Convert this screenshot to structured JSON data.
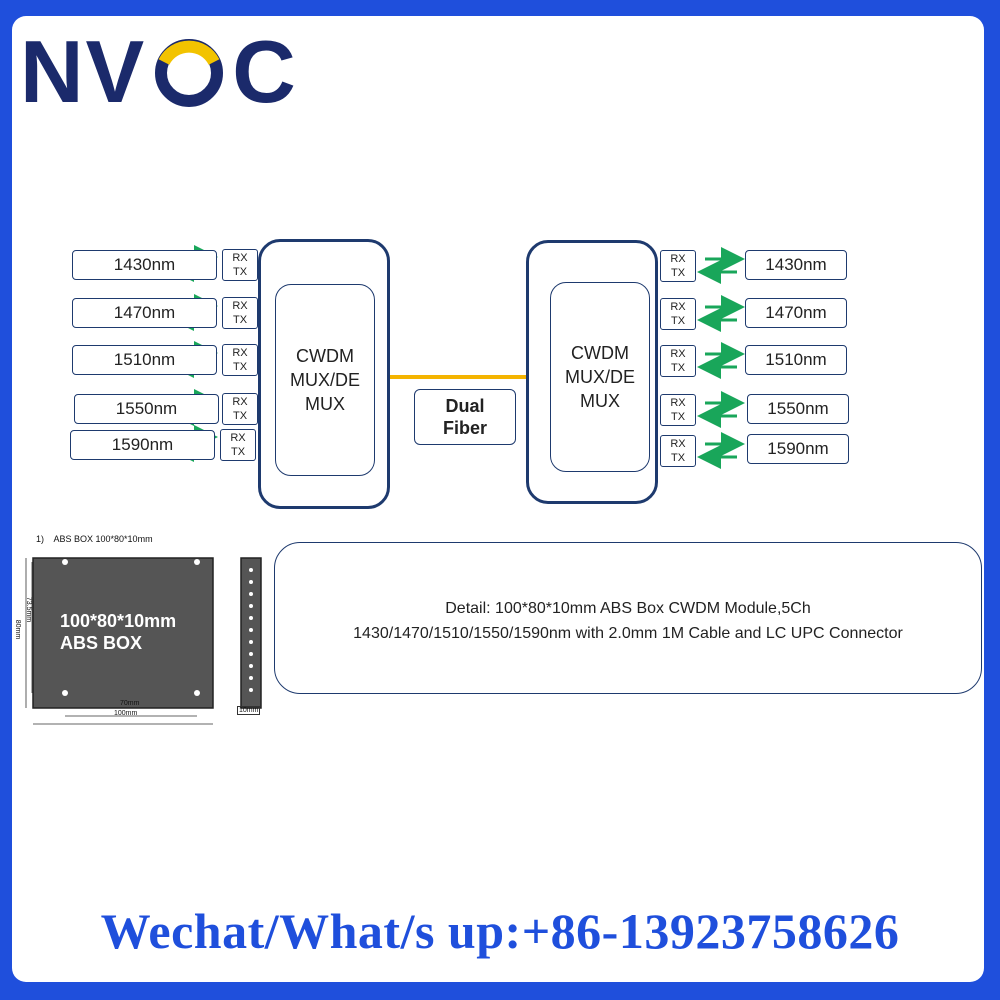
{
  "brand": {
    "logo_text_left": "NV",
    "logo_text_right": "C"
  },
  "colors": {
    "frame": "#1f4fdc",
    "box_border": "#1e3a6e",
    "arrow": "#19a65a",
    "fiber": "#f4b400",
    "abs_box": "#555555"
  },
  "left_channels": [
    {
      "wavelength": "1430nm",
      "rx": "RX",
      "tx": "TX"
    },
    {
      "wavelength": "1470nm",
      "rx": "RX",
      "tx": "TX"
    },
    {
      "wavelength": "1510nm",
      "rx": "RX",
      "tx": "TX"
    },
    {
      "wavelength": "1550nm",
      "rx": "RX",
      "tx": "TX"
    },
    {
      "wavelength": "1590nm",
      "rx": "RX",
      "tx": "TX"
    }
  ],
  "right_channels": [
    {
      "wavelength": "1430nm",
      "rx": "RX",
      "tx": "TX"
    },
    {
      "wavelength": "1470nm",
      "rx": "RX",
      "tx": "TX"
    },
    {
      "wavelength": "1510nm",
      "rx": "RX",
      "tx": "TX"
    },
    {
      "wavelength": "1550nm",
      "rx": "RX",
      "tx": "TX"
    },
    {
      "wavelength": "1590nm",
      "rx": "RX",
      "tx": "TX"
    }
  ],
  "mux_left": {
    "line1": "CWDM",
    "line2": "MUX/DE",
    "line3": "MUX"
  },
  "mux_right": {
    "line1": "CWDM",
    "line2": "MUX/DE",
    "line3": "MUX"
  },
  "fiber": {
    "line1": "Dual",
    "line2": "Fiber"
  },
  "drawing": {
    "caption": "1)    ABS BOX 100*80*10mm",
    "box_label_1": "100*80*10mm",
    "box_label_2": "ABS BOX",
    "dim_width": "100mm",
    "dim_hole_spacing": "70mm",
    "dim_height": "80mm",
    "dim_hole_height": "73.5mm",
    "dim_thickness": "10mm"
  },
  "detail": {
    "line1": "Detail: 100*80*10mm ABS Box CWDM Module,5Ch",
    "line2": "1430/1470/1510/1550/1590nm with 2.0mm 1M Cable and LC UPC Connector"
  },
  "footer": {
    "contact": "Wechat/What/s up:+86-13923758626"
  }
}
